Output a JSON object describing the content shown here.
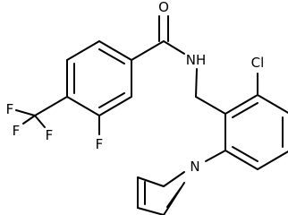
{
  "molecule": {
    "atom_labels": {
      "oxygen": "O",
      "amide_nitrogen": "NH",
      "chlorine": "Cl",
      "pyrrole_nitrogen": "N",
      "fluoro_ring": "F",
      "cf3_f1": "F",
      "cf3_f2": "F",
      "cf3_f3": "F"
    },
    "colors": {
      "bond": "#000000",
      "label": "#000000",
      "background": "#ffffff"
    }
  }
}
